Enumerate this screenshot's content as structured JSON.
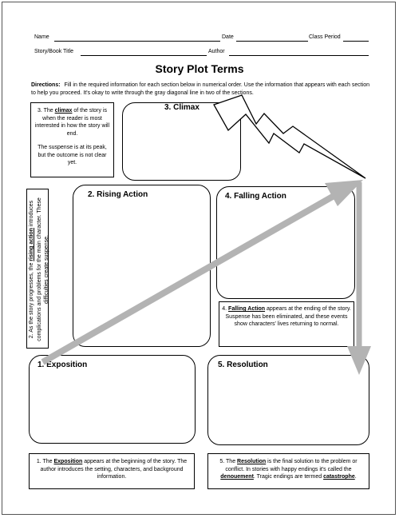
{
  "header": {
    "name_label": "Name",
    "date_label": "Date",
    "class_period_label": "Class Period",
    "book_title_label": "Story/Book Title",
    "author_label": "Author"
  },
  "title": "Story Plot Terms",
  "directions": {
    "label": "Directions:",
    "text": "Fill in the required information for each section below in numerical order.  Use the information that appears with each section to help you proceed.  It's okay to write through the gray diagonal line in two of the sections."
  },
  "sections": {
    "climax": {
      "title": "3. Climax",
      "note_a": "3. The ",
      "note_term": "climax",
      "note_b": " of the story is when the reader is most interested in how the story will end.",
      "note_c": "The suspense is at its peak, but the outcome is not clear yet."
    },
    "rising": {
      "title": "2. Rising Action",
      "note_a": "2. As the story progresses, the ",
      "note_term": "rising action",
      "note_b": " introduces complications and problems for the main character.  These difficulties create suspense."
    },
    "falling": {
      "title": "4. Falling Action",
      "note_a": "4. ",
      "note_term": "Falling Action",
      "note_b": " appears at the ending of the story.  Suspense has been eliminated, and these events show characters' lives returning to normal."
    },
    "exposition": {
      "title": "1. Exposition",
      "note_a": "1. The ",
      "note_term": "Exposition",
      "note_b": " appears at the beginning of the story.  The author introduces the setting, characters, and background information."
    },
    "resolution": {
      "title": "5. Resolution",
      "note_a": "5. The ",
      "note_term": "Resolution",
      "note_b": " is the final solution to the problem or conflict.  In stories with happy endings it's called the ",
      "note_term2": "denouement",
      "note_c": ".  Tragic endings are termed ",
      "note_term3": "catastrophe",
      "note_d": "."
    }
  },
  "colors": {
    "arrow": "#b3b3b3",
    "border": "#000000"
  }
}
